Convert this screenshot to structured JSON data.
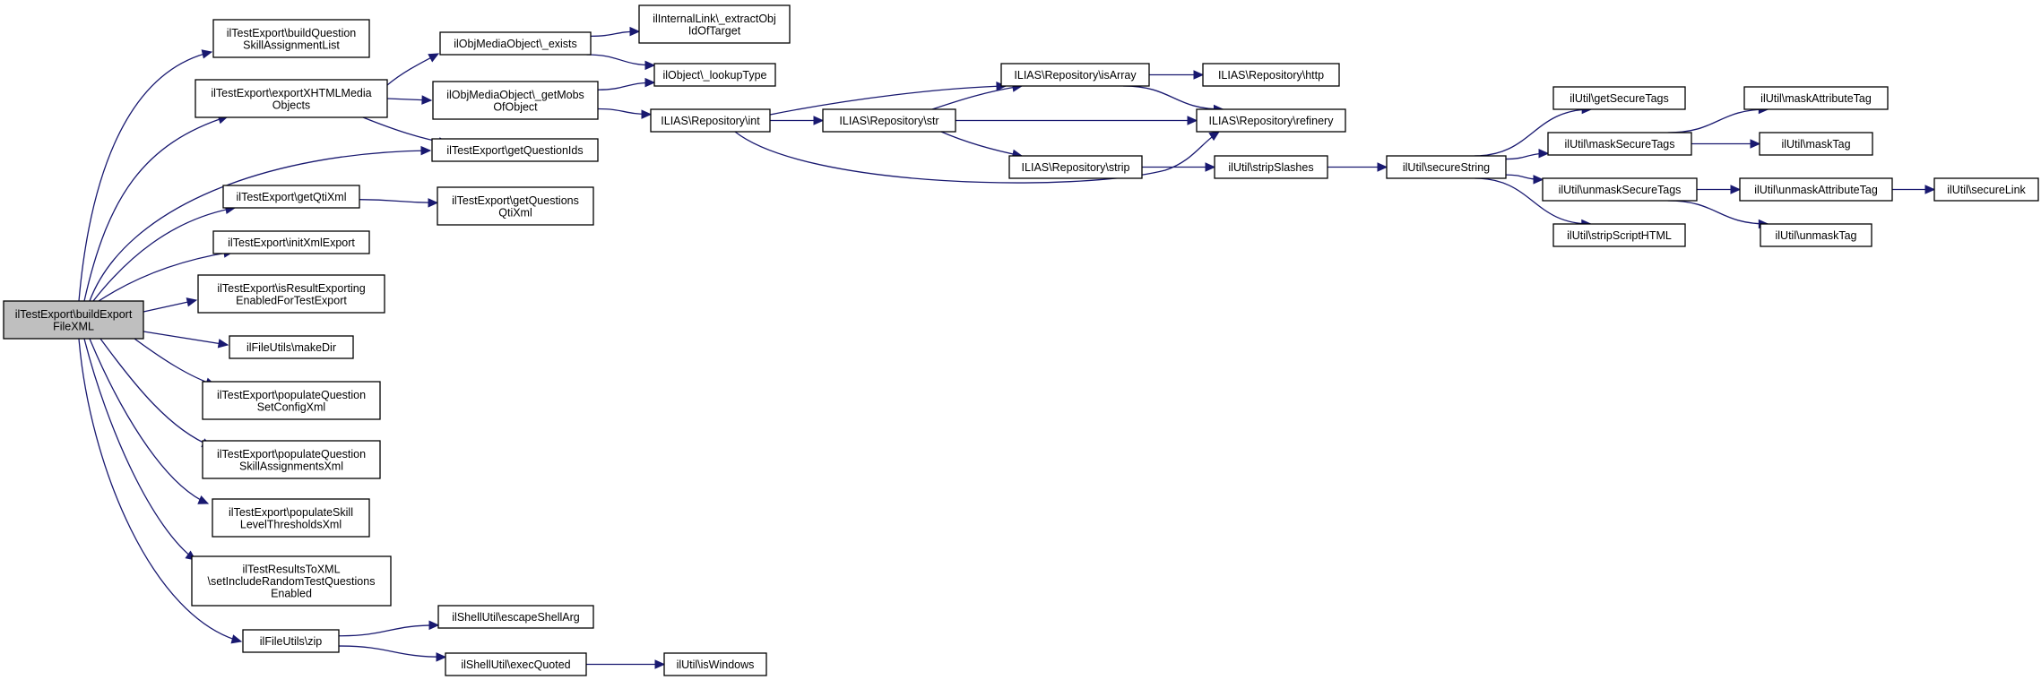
{
  "colors": {
    "edge": "#191970",
    "root_fill": "#bfbfbf",
    "node_fill": "#ffffff",
    "border": "#000000"
  },
  "nodes": [
    {
      "id": "root",
      "lines": [
        "ilTestExport\\buildExport",
        "FileXML"
      ]
    },
    {
      "id": "bqsal",
      "lines": [
        "ilTestExport\\buildQuestion",
        "SkillAssignmentList"
      ]
    },
    {
      "id": "exhtml",
      "lines": [
        "ilTestExport\\exportXHTMLMedia",
        "Objects"
      ]
    },
    {
      "id": "gqids",
      "lines": [
        "ilTestExport\\getQuestionIds"
      ]
    },
    {
      "id": "gqti",
      "lines": [
        "ilTestExport\\getQtiXml"
      ]
    },
    {
      "id": "initx",
      "lines": [
        "ilTestExport\\initXmlExport"
      ]
    },
    {
      "id": "isres",
      "lines": [
        "ilTestExport\\isResultExporting",
        "EnabledForTestExport"
      ]
    },
    {
      "id": "mkdir",
      "lines": [
        "ilFileUtils\\makeDir"
      ]
    },
    {
      "id": "pqsc",
      "lines": [
        "ilTestExport\\populateQuestion",
        "SetConfigXml"
      ]
    },
    {
      "id": "pqsa",
      "lines": [
        "ilTestExport\\populateQuestion",
        "SkillAssignmentsXml"
      ]
    },
    {
      "id": "pslt",
      "lines": [
        "ilTestExport\\populateSkill",
        "LevelThresholdsXml"
      ]
    },
    {
      "id": "trx",
      "lines": [
        "ilTestResultsToXML",
        "\\setIncludeRandomTestQuestions",
        "Enabled"
      ]
    },
    {
      "id": "zip",
      "lines": [
        "ilFileUtils\\zip"
      ]
    },
    {
      "id": "mexists",
      "lines": [
        "ilObjMediaObject\\_exists"
      ]
    },
    {
      "id": "mgetmobs",
      "lines": [
        "ilObjMediaObject\\_getMobs",
        "OfObject"
      ]
    },
    {
      "id": "rint",
      "lines": [
        "ILIAS\\Repository\\int"
      ]
    },
    {
      "id": "gqqti",
      "lines": [
        "ilTestExport\\getQuestions",
        "QtiXml"
      ]
    },
    {
      "id": "escarg",
      "lines": [
        "ilShellUtil\\escapeShellArg"
      ]
    },
    {
      "id": "execq",
      "lines": [
        "ilShellUtil\\execQuoted"
      ]
    },
    {
      "id": "extract",
      "lines": [
        "ilInternalLink\\_extractObj",
        "IdOfTarget"
      ]
    },
    {
      "id": "lookup",
      "lines": [
        "ilObject\\_lookupType"
      ]
    },
    {
      "id": "rstr",
      "lines": [
        "ILIAS\\Repository\\str"
      ]
    },
    {
      "id": "iswin",
      "lines": [
        "ilUtil\\isWindows"
      ]
    },
    {
      "id": "risarr",
      "lines": [
        "ILIAS\\Repository\\isArray"
      ]
    },
    {
      "id": "rstrip",
      "lines": [
        "ILIAS\\Repository\\strip"
      ]
    },
    {
      "id": "rhttp",
      "lines": [
        "ILIAS\\Repository\\http"
      ]
    },
    {
      "id": "rrefin",
      "lines": [
        "ILIAS\\Repository\\refinery"
      ]
    },
    {
      "id": "stripsl",
      "lines": [
        "ilUtil\\stripSlashes"
      ]
    },
    {
      "id": "secstr",
      "lines": [
        "ilUtil\\secureString"
      ]
    },
    {
      "id": "getsec",
      "lines": [
        "ilUtil\\getSecureTags"
      ]
    },
    {
      "id": "masksec",
      "lines": [
        "ilUtil\\maskSecureTags"
      ]
    },
    {
      "id": "unmasksec",
      "lines": [
        "ilUtil\\unmaskSecureTags"
      ]
    },
    {
      "id": "stripscr",
      "lines": [
        "ilUtil\\stripScriptHTML"
      ]
    },
    {
      "id": "maskattr",
      "lines": [
        "ilUtil\\maskAttributeTag"
      ]
    },
    {
      "id": "masktag",
      "lines": [
        "ilUtil\\maskTag"
      ]
    },
    {
      "id": "unmaskattr",
      "lines": [
        "ilUtil\\unmaskAttributeTag"
      ]
    },
    {
      "id": "unmasktag",
      "lines": [
        "ilUtil\\unmaskTag"
      ]
    },
    {
      "id": "seclink",
      "lines": [
        "ilUtil\\secureLink"
      ]
    }
  ],
  "edges": [
    [
      "root",
      "bqsal"
    ],
    [
      "root",
      "exhtml"
    ],
    [
      "root",
      "gqids"
    ],
    [
      "root",
      "gqti"
    ],
    [
      "root",
      "initx"
    ],
    [
      "root",
      "isres"
    ],
    [
      "root",
      "mkdir"
    ],
    [
      "root",
      "pqsc"
    ],
    [
      "root",
      "pqsa"
    ],
    [
      "root",
      "pslt"
    ],
    [
      "root",
      "trx"
    ],
    [
      "root",
      "zip"
    ],
    [
      "exhtml",
      "mexists"
    ],
    [
      "exhtml",
      "mgetmobs"
    ],
    [
      "exhtml",
      "gqids"
    ],
    [
      "mexists",
      "extract"
    ],
    [
      "mexists",
      "lookup"
    ],
    [
      "mgetmobs",
      "lookup"
    ],
    [
      "mgetmobs",
      "rint"
    ],
    [
      "gqti",
      "gqqti"
    ],
    [
      "zip",
      "escarg"
    ],
    [
      "zip",
      "execq"
    ],
    [
      "execq",
      "iswin"
    ],
    [
      "rint",
      "risarr"
    ],
    [
      "rint",
      "rstr"
    ],
    [
      "rint",
      "rrefin"
    ],
    [
      "rstr",
      "risarr"
    ],
    [
      "rstr",
      "rrefin"
    ],
    [
      "rstr",
      "rstrip"
    ],
    [
      "risarr",
      "rhttp"
    ],
    [
      "risarr",
      "rrefin"
    ],
    [
      "rstrip",
      "stripsl"
    ],
    [
      "stripsl",
      "secstr"
    ],
    [
      "secstr",
      "getsec"
    ],
    [
      "secstr",
      "masksec"
    ],
    [
      "secstr",
      "unmasksec"
    ],
    [
      "secstr",
      "stripscr"
    ],
    [
      "masksec",
      "maskattr"
    ],
    [
      "masksec",
      "masktag"
    ],
    [
      "unmasksec",
      "unmaskattr"
    ],
    [
      "unmasksec",
      "unmasktag"
    ],
    [
      "unmaskattr",
      "seclink"
    ]
  ]
}
